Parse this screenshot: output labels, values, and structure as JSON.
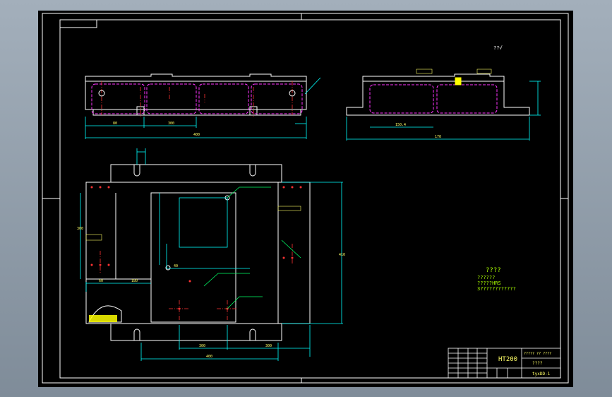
{
  "colors": {
    "background": "#000000",
    "frame": "#ffffff",
    "outline": "#ffffff",
    "dimension": "#00ffff",
    "hidden_line": "#ff33ff",
    "centerline": "#ff3333",
    "text": "#ffff66",
    "note_text": "#aaff00",
    "leader": "#00ff66",
    "hatch": "#ffff00"
  },
  "drawing": {
    "roughness_note": "??√",
    "material": "HT200",
    "tech_req": {
      "title": "????",
      "line1": "??????",
      "line2": "?????HRS",
      "line3": "3????????????"
    },
    "title_block": {
      "drawing_no": "tyxDD-1",
      "name_top": "?????  ?? ????",
      "name_mid": "????"
    },
    "dims": {
      "top_view_length": "400",
      "top_view_seg1": "80",
      "top_view_seg2": "300",
      "side_view_length": "170",
      "side_view_inner": "150.4",
      "plan_height": "410",
      "plan_seg_a": "60",
      "plan_seg_b": "180",
      "plan_bottom_1": "300",
      "plan_bottom_2": "400",
      "plan_bottom_3": "300",
      "plan_left": "300",
      "plan_inner": "40"
    }
  }
}
